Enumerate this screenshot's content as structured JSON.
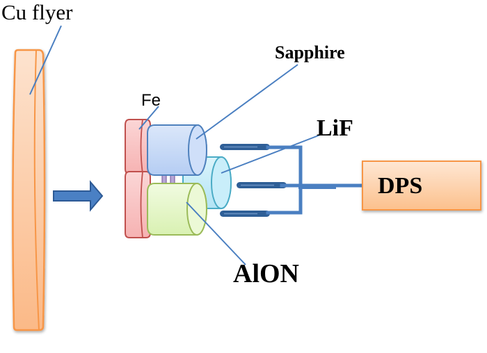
{
  "labels": {
    "cu_flyer": "Cu flyer",
    "fe": "Fe",
    "sapphire": "Sapphire",
    "lif": "LiF",
    "alon": "AlON",
    "dps": "DPS"
  },
  "colors": {
    "flyer_fill": "#fcc79b",
    "flyer_stroke": "#f79646",
    "fe_fill": "#f9c4c4",
    "fe_stroke": "#c0504d",
    "sapphire_fill": "#c6d9f7",
    "sapphire_stroke": "#4f81bd",
    "lif_fill": "#c5ecf8",
    "lif_stroke": "#4bacc6",
    "alon_fill": "#e4f6c7",
    "alon_stroke": "#9bbb59",
    "probe_fill": "#2f5f97",
    "wire": "#4a7fc1",
    "arrow": "#3f6fae",
    "dps_fill": "#fdd2ae",
    "dps_stroke": "#f79646",
    "leader": "#4a7fc1"
  }
}
